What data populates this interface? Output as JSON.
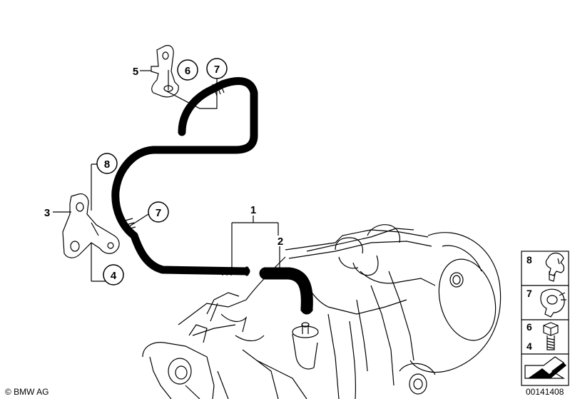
{
  "callouts": {
    "c1": "1",
    "c2": "2",
    "c3": "3",
    "c4": "4",
    "c5": "5",
    "c6": "6",
    "c7a": "7",
    "c7b": "7",
    "c8": "8"
  },
  "legend": {
    "items": [
      {
        "label": "8",
        "icon": "hose-clip-icon"
      },
      {
        "label": "7",
        "icon": "hose-holder-icon"
      },
      {
        "label": "6",
        "icon": "hex-bolt-icon"
      },
      {
        "label": "4",
        "icon": ""
      }
    ],
    "arrow_icon": "arrow-symbol-icon"
  },
  "footer": {
    "copyright": "© BMW AG",
    "diagram_number": "00141408"
  },
  "colors": {
    "line": "#000000",
    "background": "#ffffff"
  }
}
